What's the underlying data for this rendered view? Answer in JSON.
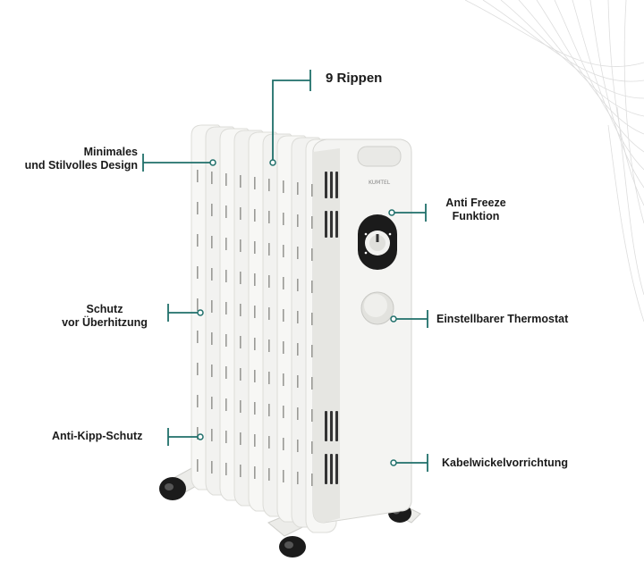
{
  "product": {
    "brand": "KUMTEL"
  },
  "colors": {
    "accent": "#1f6f6a",
    "heater": "#f2f2f0",
    "heater_shadow": "#dcdcd8",
    "vent": "#333333",
    "wheel": "#1b1b1b"
  },
  "callouts": {
    "fins": {
      "text": "9 Rippen"
    },
    "design": {
      "text": "Minimales\nund Stilvolles Design"
    },
    "antifreeze": {
      "text": "Anti Freeze\nFunktion"
    },
    "overheat": {
      "text": "Schutz\nvor Überhitzung"
    },
    "thermostat": {
      "text": "Einstellbarer Thermostat"
    },
    "tipover": {
      "text": "Anti-Kipp-Schutz"
    },
    "cable": {
      "text": "Kabelwickelvorrichtung"
    }
  }
}
